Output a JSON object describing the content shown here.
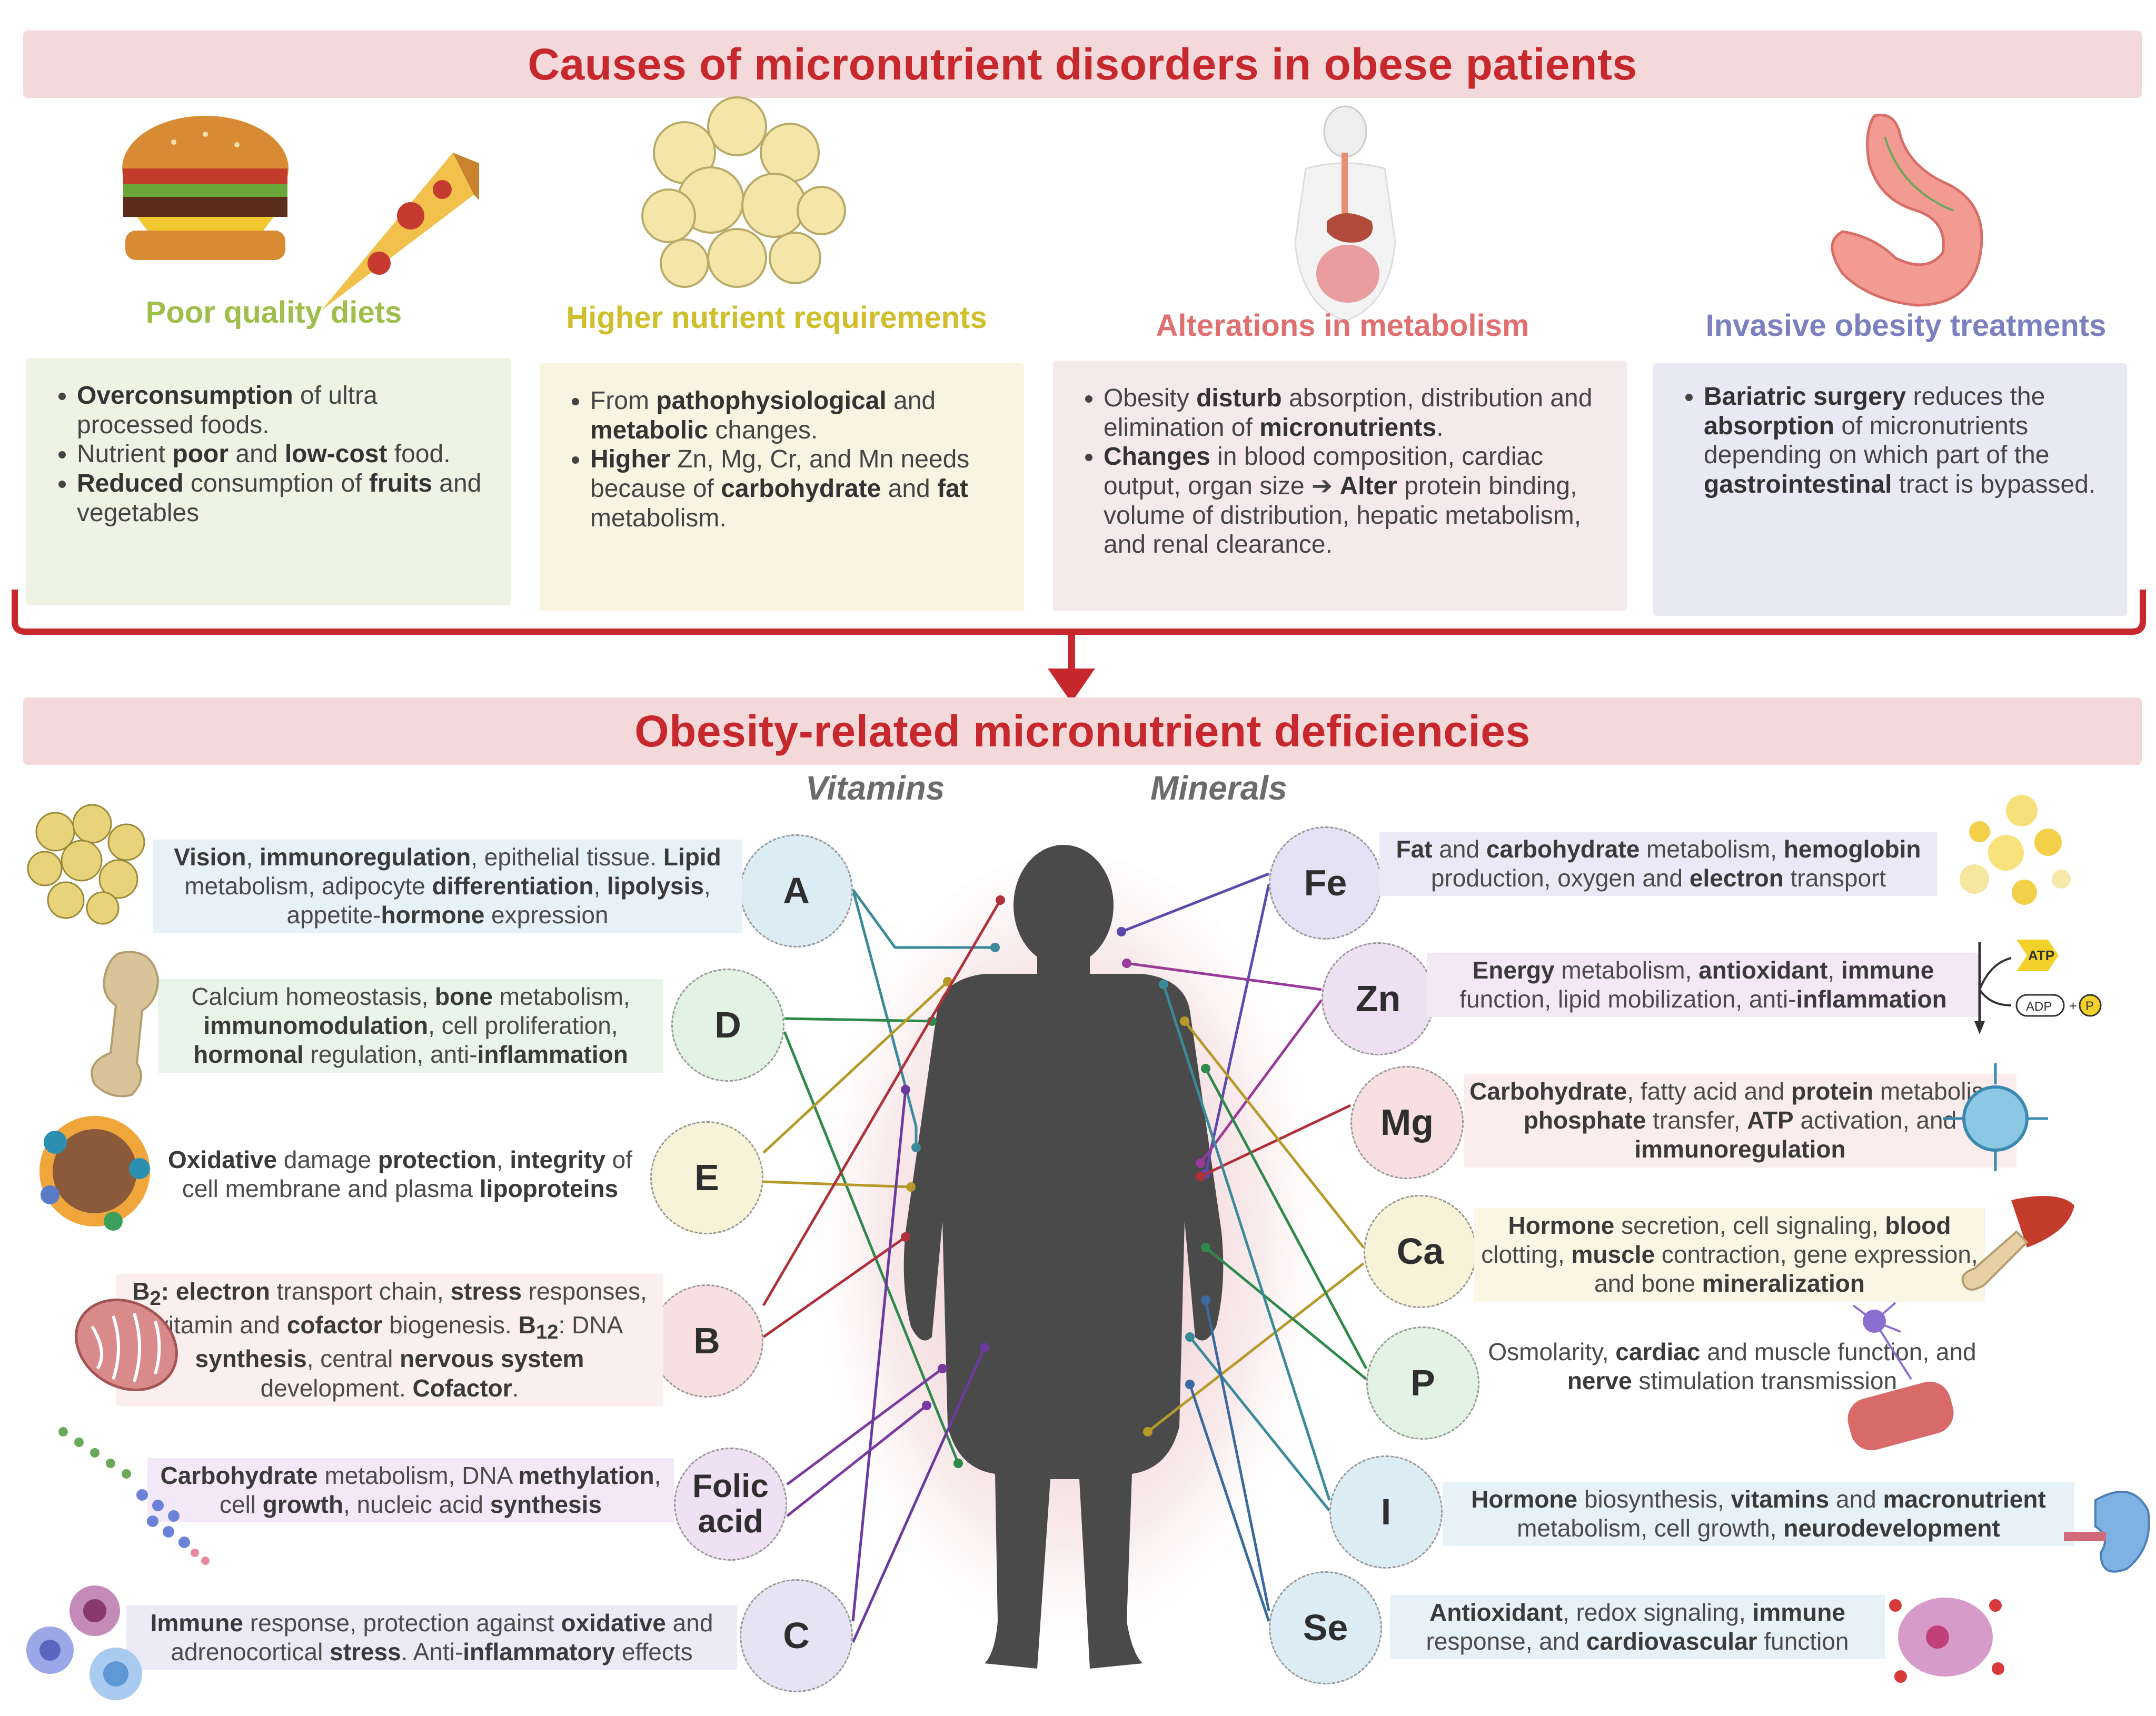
{
  "top_banner": {
    "title": "Causes of micronutrient disorders in obese patients"
  },
  "causes": [
    {
      "title": "Poor quality diets",
      "color": "#9fbe4a",
      "bg": "#eef3e4",
      "items": [
        "<b>Overconsumption</b> of ultra processed foods.",
        "Nutrient <b>poor</b> and <b>low-cost</b> food.",
        "<b>Reduced</b> consumption of  <b>fruits</b> and vegetables"
      ]
    },
    {
      "title": "Higher nutrient requirements",
      "color": "#cfbf2a",
      "bg": "#f7f5e2",
      "items": [
        "From <b>pathophysiological</b> and <b>metabolic</b> changes.",
        "<b>Higher</b> Zn, Mg, Cr, and Mn needs because of <b>carbohydrate</b> and <b>fat</b> metabolism."
      ]
    },
    {
      "title": "Alterations in metabolism",
      "color": "#e0706f",
      "bg": "#f6e9ec",
      "items": [
        "Obesity <b>disturb</b> absorption, distribution and elimination of <b>micronutrients</b>.",
        "<b>Changes</b> in blood composition, cardiac output, organ size ➔ <b>Alter</b> protein binding, volume of distribution, hepatic metabolism, and renal clearance."
      ]
    },
    {
      "title": "Invasive obesity treatments",
      "color": "#7a80c0",
      "bg": "#e9e8f5",
      "items": [
        "<b>Bariatric surgery</b> reduces the <b>absorption</b> of micronutrients depending on which part of the <b>gastrointestinal</b> tract is bypassed."
      ]
    }
  ],
  "bottom_banner": {
    "title": "Obesity-related micronutrient deficiencies"
  },
  "labels": {
    "vitamins": "Vitamins",
    "minerals": "Minerals"
  },
  "vitamins": [
    {
      "symbol": "A",
      "fill": "#dcecf5",
      "text": "<b>Vision</b>,  <b>immunoregulation</b>, epithelial tissue. <b>Lipid</b> metabolism, adipocyte <b>differentiation</b>, <b>lipolysis</b>, appetite-<b>hormone</b> expression",
      "descbg": "#e6f1f8"
    },
    {
      "symbol": "D",
      "fill": "#e3f3e3",
      "text": "Calcium homeostasis, <b>bone</b> metabolism, <b>immunomodulation</b>, cell proliferation, <b>hormonal</b> regulation, anti-<b>inflammation</b>",
      "descbg": "#e9f5e9"
    },
    {
      "symbol": "E",
      "fill": "#f7f3d8",
      "text": "<b>Oxidative</b> damage <b>protection</b>, <b>integrity</b> of cell membrane and plasma <b>lipoproteins</b>",
      "descbg": "#ffffff"
    },
    {
      "symbol": "B",
      "fill": "#f8e0e2",
      "text": "<b>B<sub>2</sub>:  electron</b> transport chain, <b>stress</b> responses, vitamin and <b>cofactor</b> biogenesis. <b>B<sub>12</sub></b>: DNA <b>synthesis</b>, central <b>nervous system</b> development. <b>Cofactor</b>.",
      "descbg": "#fbeeee"
    },
    {
      "symbol": "Folic acid",
      "fill": "#efe0f3",
      "text": "<b>Carbohydrate</b> metabolism, DNA <b>methylation</b>, cell <b>growth</b>, nucleic acid <b>synthesis</b>",
      "descbg": "#f3e8f7"
    },
    {
      "symbol": "C",
      "fill": "#e6e3f4",
      "text": "<b>Immune</b> response, protection against <b>oxidative</b> and adrenocortical <b>stress</b>. Anti-<b>inflammatory</b> effects",
      "descbg": "#eceaf7"
    }
  ],
  "minerals": [
    {
      "symbol": "Fe",
      "fill": "#e4e2f4",
      "text": "<b>Fat</b> and <b>carbohydrate</b> metabolism, <b>hemoglobin</b> production, oxygen and <b>electron</b> transport",
      "descbg": "#ebe9f7"
    },
    {
      "symbol": "Zn",
      "fill": "#efdff3",
      "text": "<b>Energy</b> metabolism, <b>antioxidant</b>, <b>immune</b> function, lipid mobilization, anti-<b>inflammation</b>",
      "descbg": "#f4e8f7"
    },
    {
      "symbol": "Mg",
      "fill": "#f8e0e2",
      "text": "<b>Carbohydrate</b>, fatty acid and <b>protein</b> metabolism, <b>phosphate</b> transfer, <b>ATP</b> activation, and <b>immunoregulation</b>",
      "descbg": "#fbecee"
    },
    {
      "symbol": "Ca",
      "fill": "#f7f3d8",
      "text": "<b>Hormone</b> secretion, cell signaling, <b>blood</b> clotting, <b>muscle</b> contraction, gene expression, and bone <b>mineralization</b>",
      "descbg": "#f9f6e4"
    },
    {
      "symbol": "P",
      "fill": "#e3f3e3",
      "text": "Osmolarity, <b>cardiac</b> and muscle function, and <b>nerve</b> stimulation transmission",
      "descbg": "#ffffff"
    },
    {
      "symbol": "I",
      "fill": "#dcecf5",
      "text": "<b>Hormone</b> biosynthesis, <b>vitamins</b> and <b>macronutrient</b> metabolism, cell growth, <b>neurodevelopment</b>",
      "descbg": "#e6f1f8"
    },
    {
      "symbol": "Se",
      "fill": "#dcecf5",
      "text": "<b>Antioxidant</b>, redox signaling, <b>immune</b> response, and <b>cardiovascular</b> function",
      "descbg": "#e6f1f8"
    }
  ],
  "atp": {
    "atp": "ATP",
    "adp": "ADP",
    "p": "P"
  },
  "colors": {
    "accent": "#c7282d",
    "banner_bg": "#f4d9da",
    "silhouette": "#4a4a4a"
  }
}
